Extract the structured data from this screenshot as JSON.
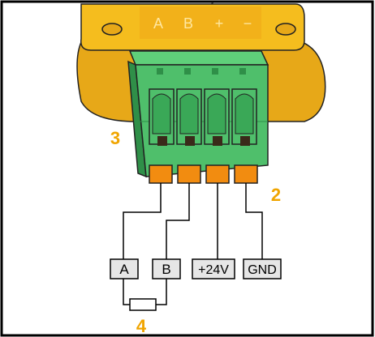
{
  "housing_labels": [
    "A",
    "B",
    "+",
    "−"
  ],
  "terminals": [
    "A",
    "B",
    "+24V",
    "GND"
  ],
  "callouts": [
    "2",
    "3",
    "4"
  ],
  "colors": {
    "frame": "#000000",
    "housing": "#f5bd1e",
    "housing_dark": "#d99a0a",
    "housing_label": "#ffe7a0",
    "connector": "#4fbf6b",
    "connector_dark": "#2f8f48",
    "pins": "#f28c10",
    "terminal_box": "#e6e6e6",
    "callout": "#f0a500"
  }
}
